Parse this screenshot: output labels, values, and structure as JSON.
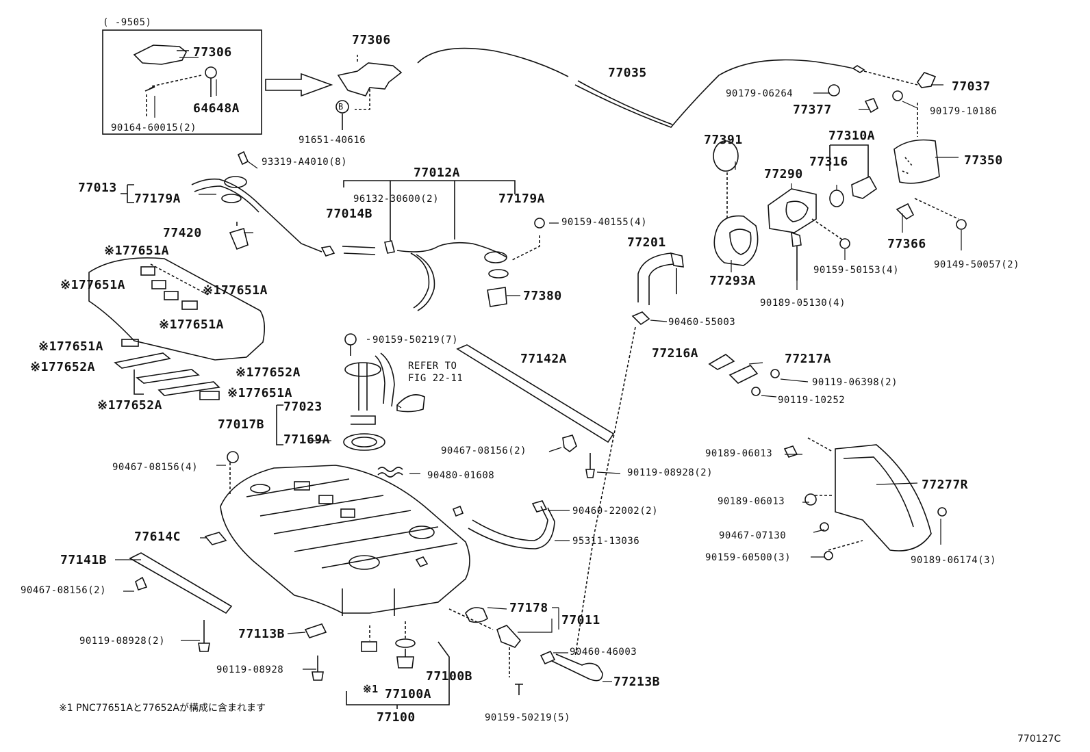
{
  "labels": {
    "inset_range": "(      -9505)",
    "l77306_inset": "77306",
    "l64648A": "64648A",
    "l90164": "90164-60015(2)",
    "l77306": "77306",
    "l91651": "91651-40616",
    "marker_b": "B",
    "l77035": "77035",
    "l77037": "77037",
    "l90179_06264": "90179-06264",
    "l90179_10186": "90179-10186",
    "l77377": "77377",
    "l77391": "77391",
    "l77310A": "77310A",
    "l77316": "77316",
    "l77290": "77290",
    "l77350": "77350",
    "l93319": "93319-A4010(8)",
    "l77013": "77013",
    "l77179A_left": "77179A",
    "l77012A": "77012A",
    "l96132": "96132-30600(2)",
    "l77179A_right": "77179A",
    "l77014B": "77014B",
    "l90159_40155": "90159-40155(4)",
    "l77420": "77420",
    "l77366": "77366",
    "l90149": "90149-50057(2)",
    "l90159_50153": "90159-50153(4)",
    "l77293A": "77293A",
    "l90189_05130": "90189-05130(4)",
    "l77201": "77201",
    "l77380": "77380",
    "l90460_55003": "90460-55003",
    "ast_651_1": "※177651A",
    "ast_651_2": "※177651A",
    "ast_651_3": "※177651A",
    "ast_651_4": "※177651A",
    "ast_651_5": "※177651A",
    "ast_652_1": "※177652A",
    "ast_652_2": "※177652A",
    "ast_651_6": "※177651A",
    "ast_652_3": "※177652A",
    "l90159_50219_7": "90159-50219(7)",
    "refer_line1": "REFER TO",
    "refer_line2": "FIG 22-11",
    "l77142A": "77142A",
    "l77216A": "77216A",
    "l77217A": "77217A",
    "l90119_06398": "90119-06398(2)",
    "l90119_10252": "90119-10252",
    "l77023": "77023",
    "l77017B": "77017B",
    "l77169A": "77169A",
    "l90467_08156_2a": "90467-08156(2)",
    "l90119_08928_2a": "90119-08928(2)",
    "l90189_06013a": "90189-06013",
    "l77277R": "77277R",
    "l90189_06013b": "90189-06013",
    "l90467_07130": "90467-07130",
    "l90159_60500": "90159-60500(3)",
    "l90189_06174": "90189-06174(3)",
    "l90467_08156_4": "90467-08156(4)",
    "l90480": "90480-01608",
    "l90460_22002": "90460-22002(2)",
    "l95311": "95311-13036",
    "l77614C": "77614C",
    "l77141B": "77141B",
    "l90467_08156_2b": "90467-08156(2)",
    "l90119_08928_2b": "90119-08928(2)",
    "l77113B": "77113B",
    "l90119_08928": "90119-08928",
    "l77178": "77178",
    "l77011": "77011",
    "l90460_46003": "90460-46003",
    "l77100B": "77100B",
    "l77213B": "77213B",
    "ast_1": "※1",
    "l77100A": "77100A",
    "l77100": "77100",
    "l90159_50219_5": "90159-50219(5)",
    "footnote": "※1 PNC77651Aと77652Aが構成に含まれます",
    "figure_code": "770127C"
  }
}
